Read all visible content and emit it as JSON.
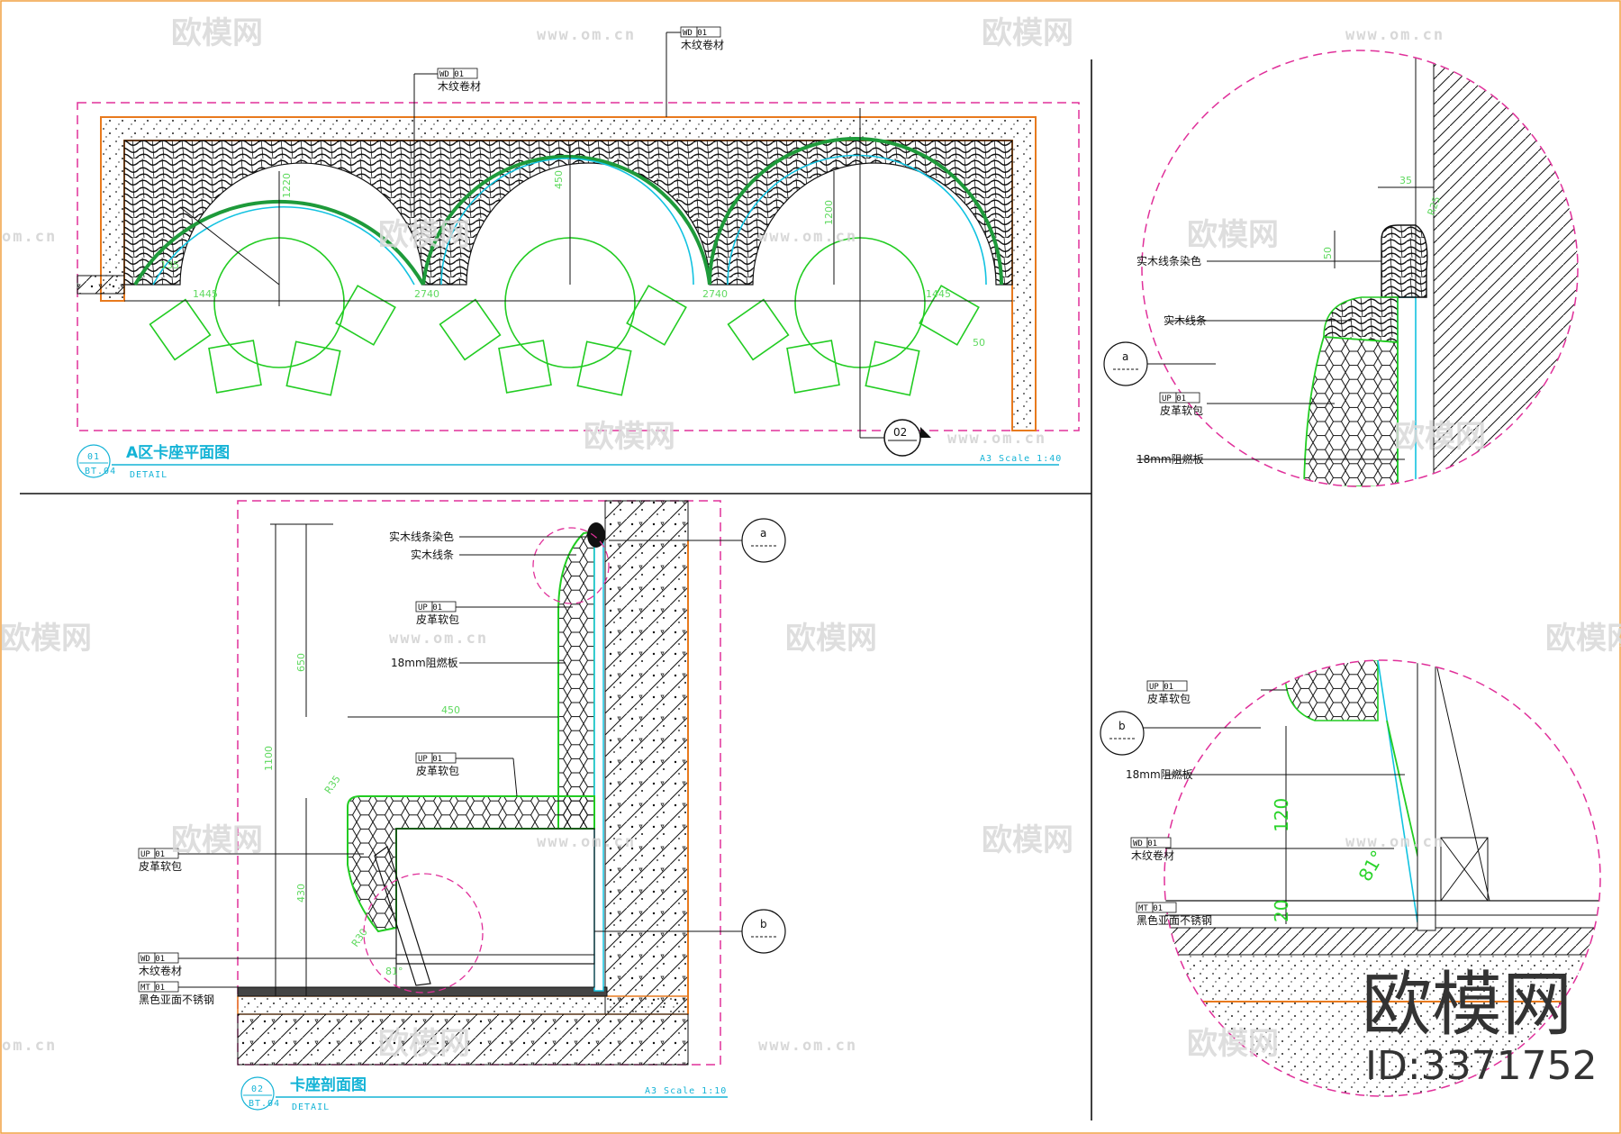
{
  "sheet": {
    "plan": {
      "title": "A区卡座平面图",
      "number": "01",
      "ref": "BT.04",
      "sub": "DETAIL",
      "scale": "A3 Scale 1:40",
      "dims": [
        "1445",
        "2740",
        "2740",
        "1445",
        "450",
        "1200",
        "1220",
        "135",
        "50"
      ],
      "callouts": [
        {
          "code": "WD  01",
          "text": "木纹卷材"
        },
        {
          "code": "WD  01",
          "text": "木纹卷材"
        }
      ],
      "section_marker": "02"
    },
    "section": {
      "title": "卡座剖面图",
      "number": "02",
      "ref": "BT.04",
      "sub": "DETAIL",
      "scale": "A3 Scale 1:10",
      "labels": [
        "实木线条染色",
        "实木线条",
        "18mm阻燃板"
      ],
      "callouts": [
        {
          "code": "UP  01",
          "text": "皮革软包"
        },
        {
          "code": "UP  01",
          "text": "皮革软包"
        },
        {
          "code": "UP  01",
          "text": "皮革软包"
        },
        {
          "code": "WD  01",
          "text": "木纹卷材"
        },
        {
          "code": "MT  01",
          "text": "黑色亚面不锈钢"
        }
      ],
      "dims": [
        "650",
        "1100",
        "450",
        "430",
        "R35",
        "R30",
        "81°"
      ],
      "detail_refs": [
        "a",
        "b"
      ]
    },
    "detail_a": {
      "labels": [
        "实木线条染色",
        "实木线条",
        "18mm阻燃板"
      ],
      "callout": {
        "code": "UP  01",
        "text": "皮革软包"
      },
      "dims": [
        "35",
        "R25",
        "50"
      ],
      "ref": "a"
    },
    "detail_b": {
      "labels": [
        "18mm阻燃板"
      ],
      "callouts": [
        {
          "code": "UP  01",
          "text": "皮革软包"
        },
        {
          "code": "WD  01",
          "text": "木纹卷材"
        },
        {
          "code": "MT  01",
          "text": "黑色亚面不锈钢"
        }
      ],
      "dims": [
        "120",
        "20",
        "81°"
      ],
      "ref": "b"
    },
    "watermark": {
      "text": "欧模网",
      "url": "www.om.cn",
      "short": "om.cn"
    },
    "brand": {
      "name": "欧模网",
      "id": "ID:3371752"
    }
  },
  "colors": {
    "frame": "#e0309a",
    "green": "#22cc22",
    "cyan": "#12c2e0",
    "orange": "#e87a1e",
    "hatch": "#111111"
  }
}
